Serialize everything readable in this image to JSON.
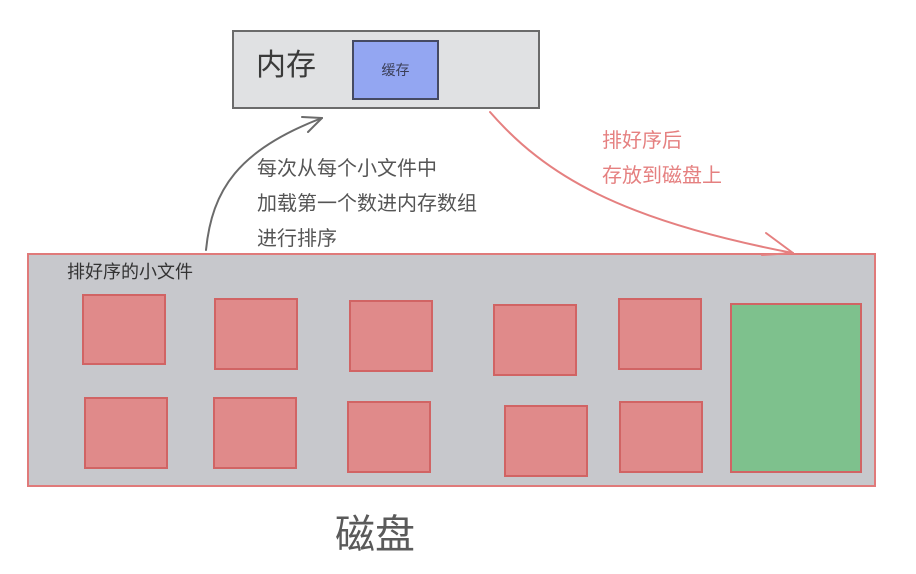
{
  "memory": {
    "label": "内存",
    "cache_label": "缓存"
  },
  "notes": {
    "load_lines": [
      "每次从每个小文件中",
      "加载第一个数进内存数组",
      "进行排序"
    ],
    "store_lines": [
      "排好序后",
      "存放到磁盘上"
    ]
  },
  "disk": {
    "inner_label": "排好序的小文件",
    "label": "磁盘",
    "small_file_count": 10
  },
  "colors": {
    "cache_fill": "#93a6f2",
    "file_fill": "#e08a8a",
    "result_fill": "#7ec18d",
    "load_arrow": "#6b6b6b",
    "store_arrow": "#e58080"
  }
}
